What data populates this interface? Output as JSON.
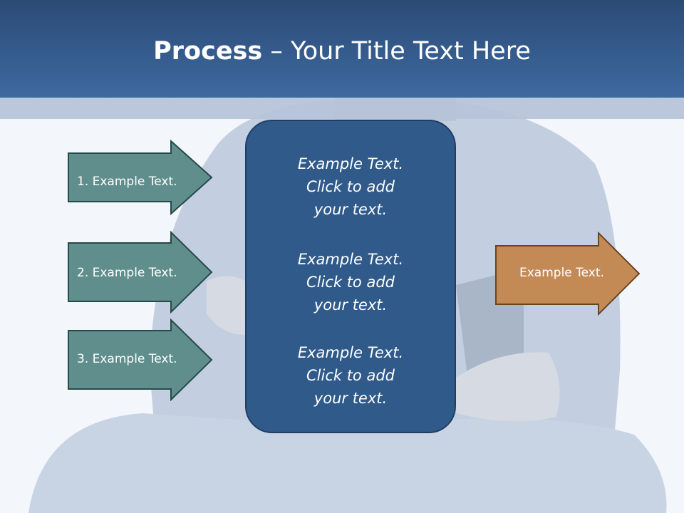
{
  "slide": {
    "title_bold": "Process",
    "title_rest": " – Your Title Text Here"
  },
  "left_arrows": [
    {
      "label": "1. Example Text."
    },
    {
      "label": "2. Example Text."
    },
    {
      "label": "3. Example Text."
    }
  ],
  "center_box": {
    "blocks": [
      {
        "line1": "Example Text.",
        "line2": "Click  to add",
        "line3": "your text."
      },
      {
        "line1": "Example Text.",
        "line2": "Click  to add",
        "line3": "your text."
      },
      {
        "line1": "Example Text.",
        "line2": "Click  to add",
        "line3": "your text."
      }
    ]
  },
  "right_arrow": {
    "label": "Example Text."
  },
  "colors": {
    "header": "#3a6497",
    "teal_arrow": "#5f8e8c",
    "orange_arrow": "#c48a56",
    "center_box": "#2f5a8a"
  }
}
